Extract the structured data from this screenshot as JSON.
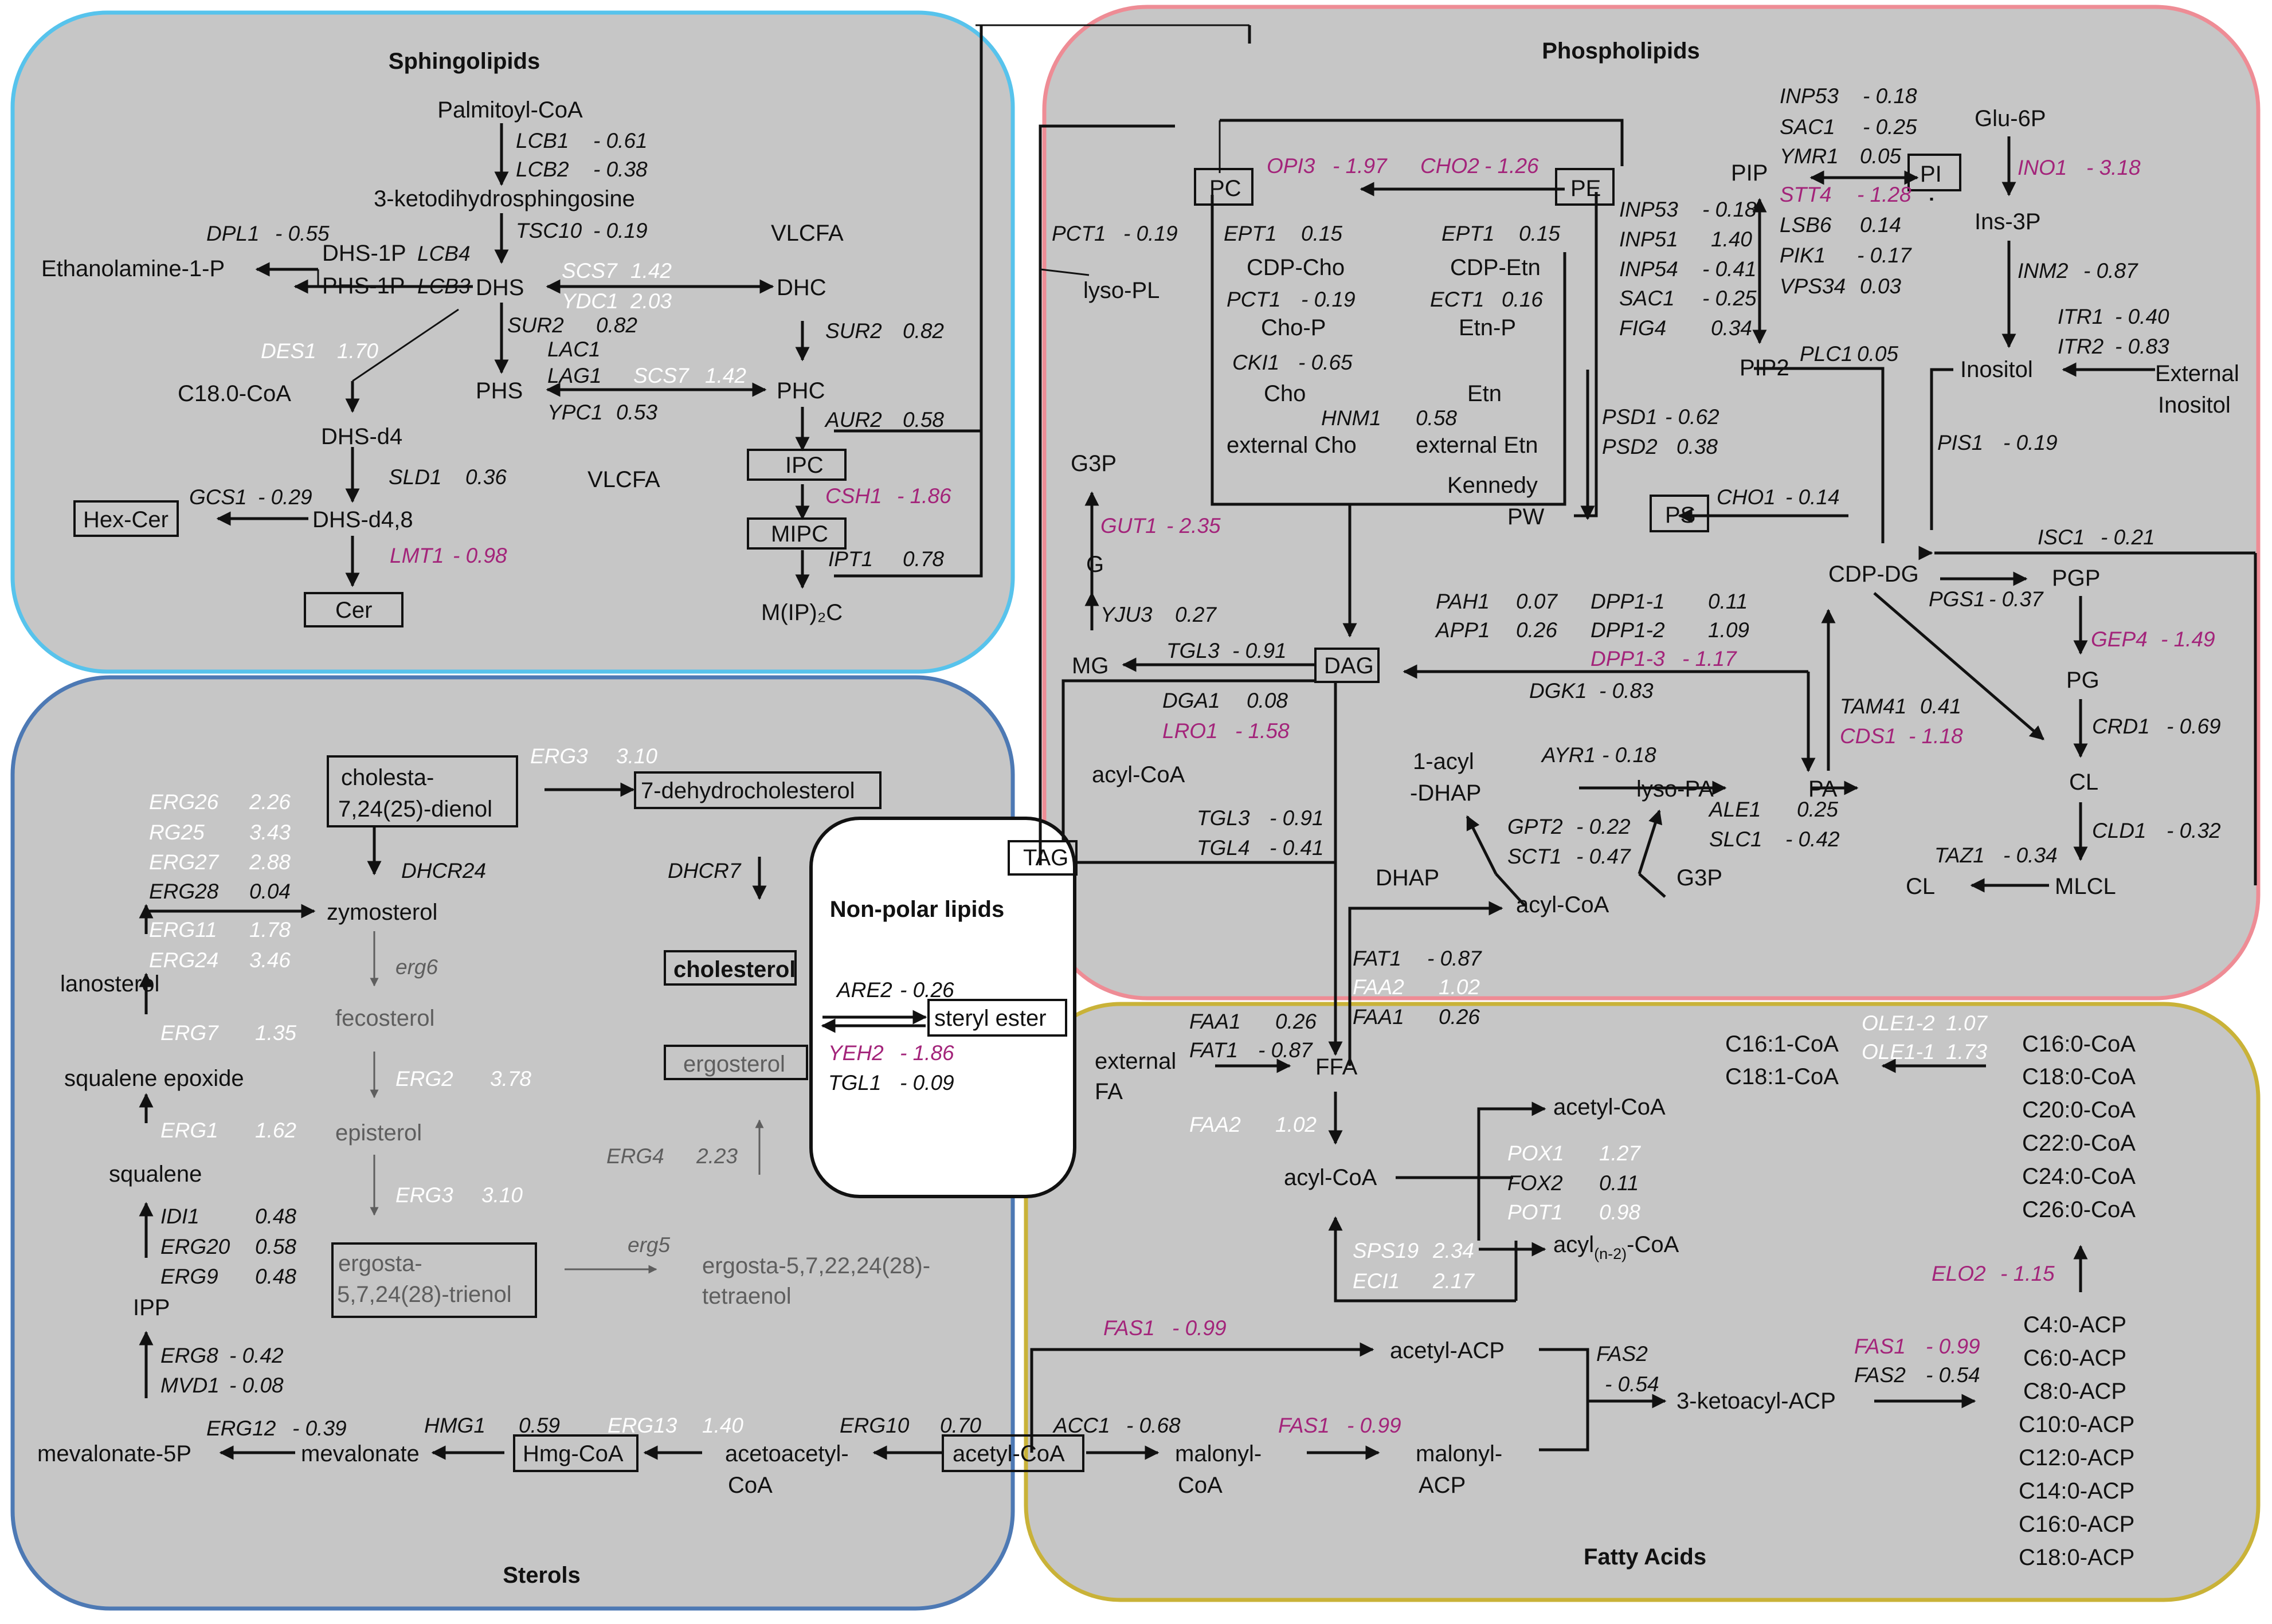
{
  "regions": {
    "sphingolipids": "Sphingolipids",
    "phospholipids": "Phospholipids",
    "sterols": "Sterols",
    "fatty_acids": "Fatty Acids",
    "non_polar": "Non-polar lipids"
  },
  "colors": {
    "region_fill": "#c6c6c6",
    "sphingo_border": "#57c3ec",
    "phospho_border": "#ee8c95",
    "sterol_border": "#4d79b4",
    "fatty_border": "#c9b238",
    "increased_label": "#ffffff",
    "decreased_label": "#a3247a",
    "normal_label": "#111111"
  },
  "sphingo": {
    "palmitoyl_coa": "Palmitoyl-CoA",
    "lcb1": "LCB1",
    "lcb1_v": "- 0.61",
    "lcb2": "LCB2",
    "lcb2_v": "- 0.38",
    "ketodihydro": "3-ketodihydrosphingosine",
    "tsc10": "TSC10",
    "tsc10_v": "- 0.19",
    "dpl1": "DPL1",
    "dpl1_v": "- 0.55",
    "ethanolamine_1p": "Ethanolamine-1-P",
    "dhs_1p": "DHS-1P",
    "phs_1p": "PHS-1P",
    "lcb4": "LCB4",
    "lcb3": "LCB3",
    "dhs": "DHS",
    "vlcfa1": "VLCFA",
    "scs7": "SCS7",
    "scs7_v": "1.42",
    "ydc1": "YDC1",
    "ydc1_v": "2.03",
    "dhc": "DHC",
    "des1": "DES1",
    "des1_v": "1.70",
    "sur2": "SUR2",
    "sur2_v": "0.82",
    "lac1": "LAC1",
    "lag1": "LAG1",
    "scs7b": "SCS7",
    "scs7b_v": "1.42",
    "ypc1": "YPC1",
    "ypc1_v": "0.53",
    "sur2b": "SUR2",
    "sur2b_v": "0.82",
    "c18_coa": "C18.0-CoA",
    "phs": "PHS",
    "phc": "PHC",
    "aur2": "AUR2",
    "aur2_v": "0.58",
    "dhs_d4": "DHS-d4",
    "sld1": "SLD1",
    "sld1_v": "0.36",
    "vlcfa2": "VLCFA",
    "ipc": "IPC",
    "gcs1": "GCS1",
    "gcs1_v": "- 0.29",
    "hex_cer": "Hex-Cer",
    "dhs_d48": "DHS-d4,8",
    "csh1": "CSH1",
    "csh1_v": "- 1.86",
    "mipc": "MIPC",
    "lmt1": "LMT1",
    "lmt1_v": "- 0.98",
    "ipt1": "IPT1",
    "ipt1_v": "0.78",
    "cer": "Cer",
    "mip2c": "M(IP)₂C"
  },
  "phospho": {
    "opi3": "OPI3",
    "opi3_v": "- 1.97",
    "cho2": "CHO2",
    "cho2_v": "- 1.26",
    "pc": "PC",
    "pe": "PE",
    "pct1": "PCT1",
    "pct1_v": "- 0.19",
    "lyso_pl": "lyso-PL",
    "ept1": "EPT1",
    "ept1_v": "0.15",
    "ept1b": "EPT1",
    "ept1b_v": "0.15",
    "cdp_cho": "CDP-Cho",
    "cdp_etn": "CDP-Etn",
    "pct1b": "PCT1",
    "pct1b_v": "- 0.19",
    "ect1": "ECT1",
    "ect1_v": "0.16",
    "cho_p": "Cho-P",
    "etn_p": "Etn-P",
    "cki1": "CKI1",
    "cki1_v": "- 0.65",
    "cho": "Cho",
    "etn": "Etn",
    "hnm1": "HNM1",
    "hnm1_v": "0.58",
    "ext_cho": "external Cho",
    "ext_etn": "external Etn",
    "kennedy": "Kennedy",
    "pw": "PW",
    "inp53": "INP53",
    "inp53_v": "- 0.18",
    "sac1": "SAC1",
    "sac1_v": "- 0.25",
    "ymr1": "YMR1",
    "ymr1_v": "0.05",
    "pip": "PIP",
    "pi": "PI",
    "stt4": "STT4",
    "stt4_v": "- 1.28",
    "lsb6": "LSB6",
    "lsb6_v": "0.14",
    "pik1": "PIK1",
    "pik1_v": "- 0.17",
    "vps34": "VPS34",
    "vps34_v": "0.03",
    "inp53b": "INP53",
    "inp53b_v": "- 0.18",
    "inp51": "INP51",
    "inp51_v": "1.40",
    "inp54": "INP54",
    "inp54_v": "- 0.41",
    "sac1b": "SAC1",
    "sac1b_v": "- 0.25",
    "fig4": "FIG4",
    "fig4_v": "0.34",
    "pip2": "PIP2",
    "plc1": "PLC1",
    "plc1_v": "0.05",
    "glu6p": "Glu-6P",
    "ino1": "INO1",
    "ino1_v": "- 3.18",
    "ins3p": "Ins-3P",
    "inm2": "INM2",
    "inm2_v": "- 0.87",
    "itr1": "ITR1",
    "itr1_v": "- 0.40",
    "itr2": "ITR2",
    "itr2_v": "- 0.83",
    "inositol": "Inositol",
    "external": "External",
    "ext_inositol": "Inositol",
    "pis1": "PIS1",
    "pis1_v": "- 0.19",
    "psd1": "PSD1",
    "psd1_v": "- 0.62",
    "psd2": "PSD2",
    "psd2_v": "0.38",
    "ps": "PS",
    "cho1": "CHO1",
    "cho1_v": "- 0.14",
    "g3p": "G3P",
    "gut1": "GUT1",
    "gut1_v": "- 2.35",
    "g": "G",
    "yju3": "YJU3",
    "yju3_v": "0.27",
    "mg": "MG",
    "tgl3": "TGL3",
    "tgl3_v": "- 0.91",
    "dag": "DAG",
    "isc1": "ISC1",
    "isc1_v": "- 0.21",
    "cdp_dg": "CDP-DG",
    "pgp": "PGP",
    "pgs1": "PGS1",
    "pgs1_v": "- 0.37",
    "pah1": "PAH1",
    "pah1_v": "0.07",
    "app1": "APP1",
    "app1_v": "0.26",
    "dpp1_1": "DPP1-1",
    "dpp1_1_v": "0.11",
    "dpp1_2": "DPP1-2",
    "dpp1_2_v": "1.09",
    "dpp1_3": "DPP1-3",
    "dpp1_3_v": "- 1.17",
    "dgk1": "DGK1",
    "dgk1_v": "- 0.83",
    "gep4": "GEP4",
    "gep4_v": "- 1.49",
    "pg": "PG",
    "dga1": "DGA1",
    "dga1_v": "0.08",
    "lro1": "LRO1",
    "lro1_v": "- 1.58",
    "tam41": "TAM41",
    "tam41_v": "0.41",
    "cds1": "CDS1",
    "cds1_v": "- 1.18",
    "crd1": "CRD1",
    "crd1_v": "- 0.69",
    "acyl_coa_l": "acyl-CoA",
    "acyl1": "1-acyl",
    "dhap_l": "-DHAP",
    "ayr1": "AYR1",
    "ayr1_v": "- 0.18",
    "lyso_pa": "lyso-PA",
    "pa": "PA",
    "ale1": "ALE1",
    "ale1_v": "0.25",
    "slc1": "SLC1",
    "slc1_v": "- 0.42",
    "cl": "CL",
    "tgl3b": "TGL3",
    "tgl3b_v": "- 0.91",
    "tgl4": "TGL4",
    "tgl4_v": "- 0.41",
    "gpt2": "GPT2",
    "gpt2_v": "- 0.22",
    "sct1": "SCT1",
    "sct1_v": "- 0.47",
    "cld1": "CLD1",
    "cld1_v": "- 0.32",
    "dhap": "DHAP",
    "g3p2": "G3P",
    "taz1": "TAZ1",
    "taz1_v": "- 0.34",
    "cl2": "CL",
    "mlcl": "MLCL",
    "acyl_coa_m": "acyl-CoA",
    "fat1": "FAT1",
    "fat1_v": "- 0.87",
    "faa2": "FAA2",
    "faa2_v": "1.02",
    "faa1": "FAA1",
    "faa1_v": "0.26"
  },
  "sterols": {
    "cholesta": "cholesta-",
    "cholesta2": "7,24(25)-dienol",
    "erg3": "ERG3",
    "erg3_v": "3.10",
    "dehydrochol": "7-dehydrocholesterol",
    "erg26": "ERG26",
    "erg26_v": "2.26",
    "rg25": "RG25",
    "rg25_v": "3.43",
    "erg27": "ERG27",
    "erg27_v": "2.88",
    "erg28": "ERG28",
    "erg28_v": "0.04",
    "erg11": "ERG11",
    "erg11_v": "1.78",
    "erg24": "ERG24",
    "erg24_v": "3.46",
    "dhcr24": "DHCR24",
    "zymosterol": "zymosterol",
    "dhcr7": "DHCR7",
    "erg6": "erg6",
    "cholesterol": "cholesterol",
    "lanosterol": "lanosterol",
    "fecosterol": "fecosterol",
    "erg7": "ERG7",
    "erg7_v": "1.35",
    "erg2": "ERG2",
    "erg2_v": "3.78",
    "ergosterol": "ergosterol",
    "squalene_epoxide": "squalene epoxide",
    "erg1": "ERG1",
    "erg1_v": "1.62",
    "episterol": "episterol",
    "erg4": "ERG4",
    "erg4_v": "2.23",
    "squalene": "squalene",
    "erg3b": "ERG3",
    "erg3b_v": "3.10",
    "idi1": "IDI1",
    "idi1_v": "0.48",
    "erg20": "ERG20",
    "erg20_v": "0.58",
    "erg9": "ERG9",
    "erg9_v": "0.48",
    "ergosta": "ergosta-",
    "ergosta2": "5,7,24(28)-trienol",
    "erg5": "erg5",
    "tetraenol": "ergosta-5,7,22,24(28)-",
    "tetraenol2": "tetraenol",
    "ipp": "IPP",
    "erg8": "ERG8",
    "erg8_v": "- 0.42",
    "mvd1": "MVD1",
    "mvd1_v": "- 0.08",
    "erg12": "ERG12",
    "erg12_v": "- 0.39",
    "hmg1": "HMG1",
    "hmg1_v": "0.59",
    "erg13": "ERG13",
    "erg13_v": "1.40",
    "erg10": "ERG10",
    "erg10_v": "0.70",
    "mevalonate_5p": "mevalonate-5P",
    "mevalonate": "mevalonate",
    "hmg_coa": "Hmg-CoA",
    "acetoacetyl": "acetoacetyl-",
    "acetoacetyl2": "CoA",
    "acetyl_coa": "acetyl-CoA"
  },
  "nonpolar": {
    "tag": "TAG",
    "are2": "ARE2",
    "are2_v": "- 0.26",
    "steryl_ester": "steryl ester",
    "yeh2": "YEH2",
    "yeh2_v": "- 1.86",
    "tgl1": "TGL1",
    "tgl1_v": "- 0.09"
  },
  "fatty": {
    "external": "external",
    "fa": "FA",
    "faa1": "FAA1",
    "faa1_v": "0.26",
    "fat1": "FAT1",
    "fat1_v": "- 0.87",
    "ffa": "FFA",
    "faa2": "FAA2",
    "faa2_v": "1.02",
    "acetyl_coa": "acetyl-CoA",
    "acyl_coa": "acyl-CoA",
    "pox1": "POX1",
    "pox1_v": "1.27",
    "fox2": "FOX2",
    "fox2_v": "0.11",
    "pot1": "POT1",
    "pot1_v": "0.98",
    "acyl_n2": "acyl",
    "acyl_n2_sub": "(n-2)",
    "acyl_n2_end": "-CoA",
    "sps19": "SPS19",
    "sps19_v": "2.34",
    "eci1": "ECI1",
    "eci1_v": "2.17",
    "ole1_2": "OLE1-2",
    "ole1_2_v": "1.07",
    "ole1_1": "OLE1-1",
    "ole1_1_v": "1.73",
    "c16_1": "C16:1-CoA",
    "c18_1": "C18:1-CoA",
    "coa_list": [
      "C16:0-CoA",
      "C18:0-CoA",
      "C20:0-CoA",
      "C22:0-CoA",
      "C24:0-CoA",
      "C26:0-CoA"
    ],
    "elo2": "ELO2",
    "elo2_v": "- 1.15",
    "fas1a": "FAS1",
    "fas1a_v": "- 0.99",
    "acetyl_acp": "acetyl-ACP",
    "fas2": "FAS2",
    "fas2_v": "- 0.54",
    "ketoacyl_acp": "3-ketoacyl-ACP",
    "fas1b": "FAS1",
    "fas1b_v": "- 0.99",
    "fas2b": "FAS2",
    "fas2b_v": "- 0.54",
    "acp_list": [
      "C4:0-ACP",
      "C6:0-ACP",
      "C8:0-ACP",
      "C10:0-ACP",
      "C12:0-ACP",
      "C14:0-ACP",
      "C16:0-ACP",
      "C18:0-ACP"
    ],
    "acc1": "ACC1",
    "acc1_v": "- 0.68",
    "fas1c": "FAS1",
    "fas1c_v": "- 0.99",
    "malonyl_coa": "malonyl-",
    "malonyl_coa2": "CoA",
    "malonyl_acp": "malonyl-",
    "malonyl_acp2": "ACP"
  }
}
